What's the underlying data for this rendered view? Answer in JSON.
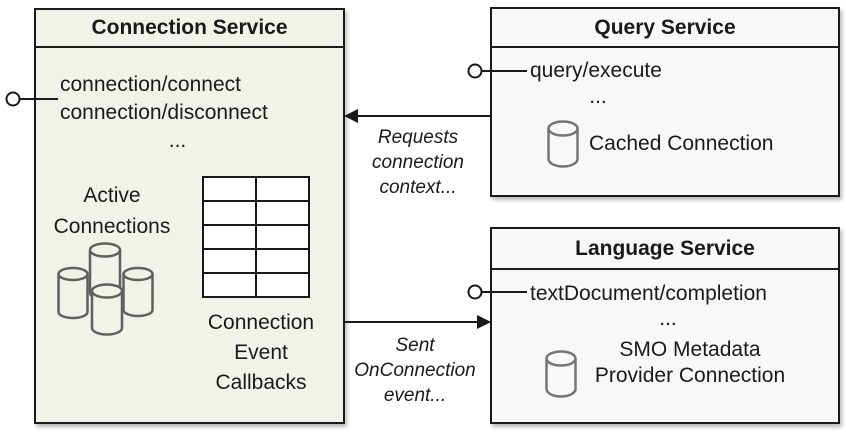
{
  "connection_service": {
    "title": "Connection Service",
    "methods": [
      "connection/connect",
      "connection/disconnect"
    ],
    "more": "...",
    "active_label_lines": [
      "Active",
      "Connections"
    ],
    "callbacks_label_lines": [
      "Connection",
      "Event",
      "Callbacks"
    ]
  },
  "query_service": {
    "title": "Query Service",
    "methods": [
      "query/execute"
    ],
    "more": "...",
    "resource_label": "Cached Connection"
  },
  "language_service": {
    "title": "Language Service",
    "methods": [
      "textDocument/completion"
    ],
    "more": "...",
    "resource_label_lines": [
      "SMO Metadata",
      "Provider Connection"
    ]
  },
  "arrows": {
    "requests": {
      "label_lines": [
        "Requests",
        "connection",
        "context..."
      ]
    },
    "event": {
      "label_lines": [
        "Sent",
        "OnConnection",
        "event..."
      ]
    }
  },
  "colors": {
    "connection_box_fill": "#f1f3e9",
    "service_box_fill": "#f8f8f8",
    "border": "#1a1a1a",
    "text": "#1a1a1a",
    "cluster_cylinder_stroke": "#606060",
    "small_cylinder_stroke": "#757575"
  }
}
